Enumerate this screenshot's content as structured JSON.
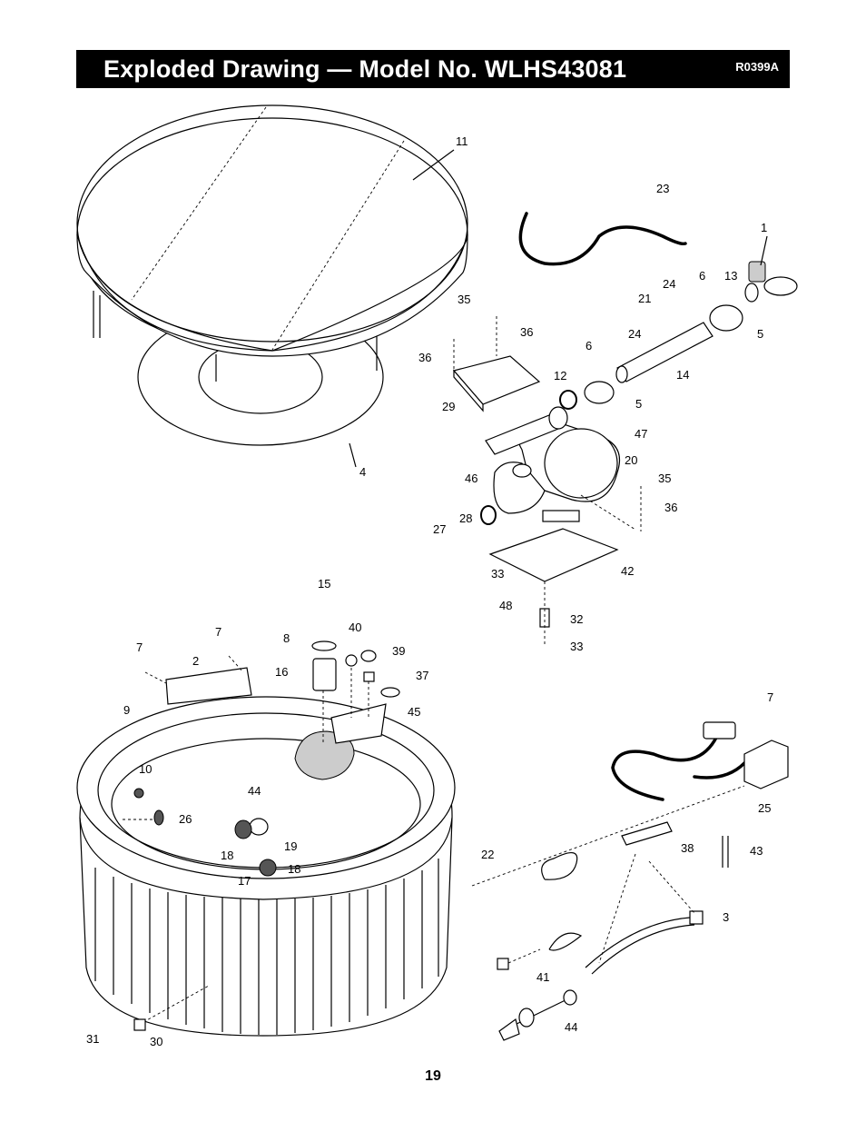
{
  "header": {
    "title": "Exploded Drawing — Model No. WLHS43081",
    "code": "R0399A"
  },
  "parts": {
    "p1": "1",
    "p2": "2",
    "p3": "3",
    "p4": "4",
    "p5a": "5",
    "p5b": "5",
    "p6a": "6",
    "p6b": "6",
    "p7a": "7",
    "p7b": "7",
    "p7c": "7",
    "p8": "8",
    "p9": "9",
    "p10": "10",
    "p11": "11",
    "p12": "12",
    "p13": "13",
    "p14": "14",
    "p15": "15",
    "p16": "16",
    "p17": "17",
    "p18a": "18",
    "p18b": "18",
    "p19": "19",
    "p20": "20",
    "p21": "21",
    "p22": "22",
    "p23": "23",
    "p24a": "24",
    "p24b": "24",
    "p25": "25",
    "p26": "26",
    "p27": "27",
    "p28": "28",
    "p29": "29",
    "p30": "30",
    "p31": "31",
    "p32": "32",
    "p33a": "33",
    "p33b": "33",
    "p35a": "35",
    "p35b": "35",
    "p36a": "36",
    "p36b": "36",
    "p36c": "36",
    "p37": "37",
    "p38": "38",
    "p39": "39",
    "p40": "40",
    "p41": "41",
    "p42": "42",
    "p43": "43",
    "p44a": "44",
    "p44b": "44",
    "p45": "45",
    "p46": "46",
    "p47": "47",
    "p48": "48"
  },
  "footer": {
    "page_number": "19"
  }
}
